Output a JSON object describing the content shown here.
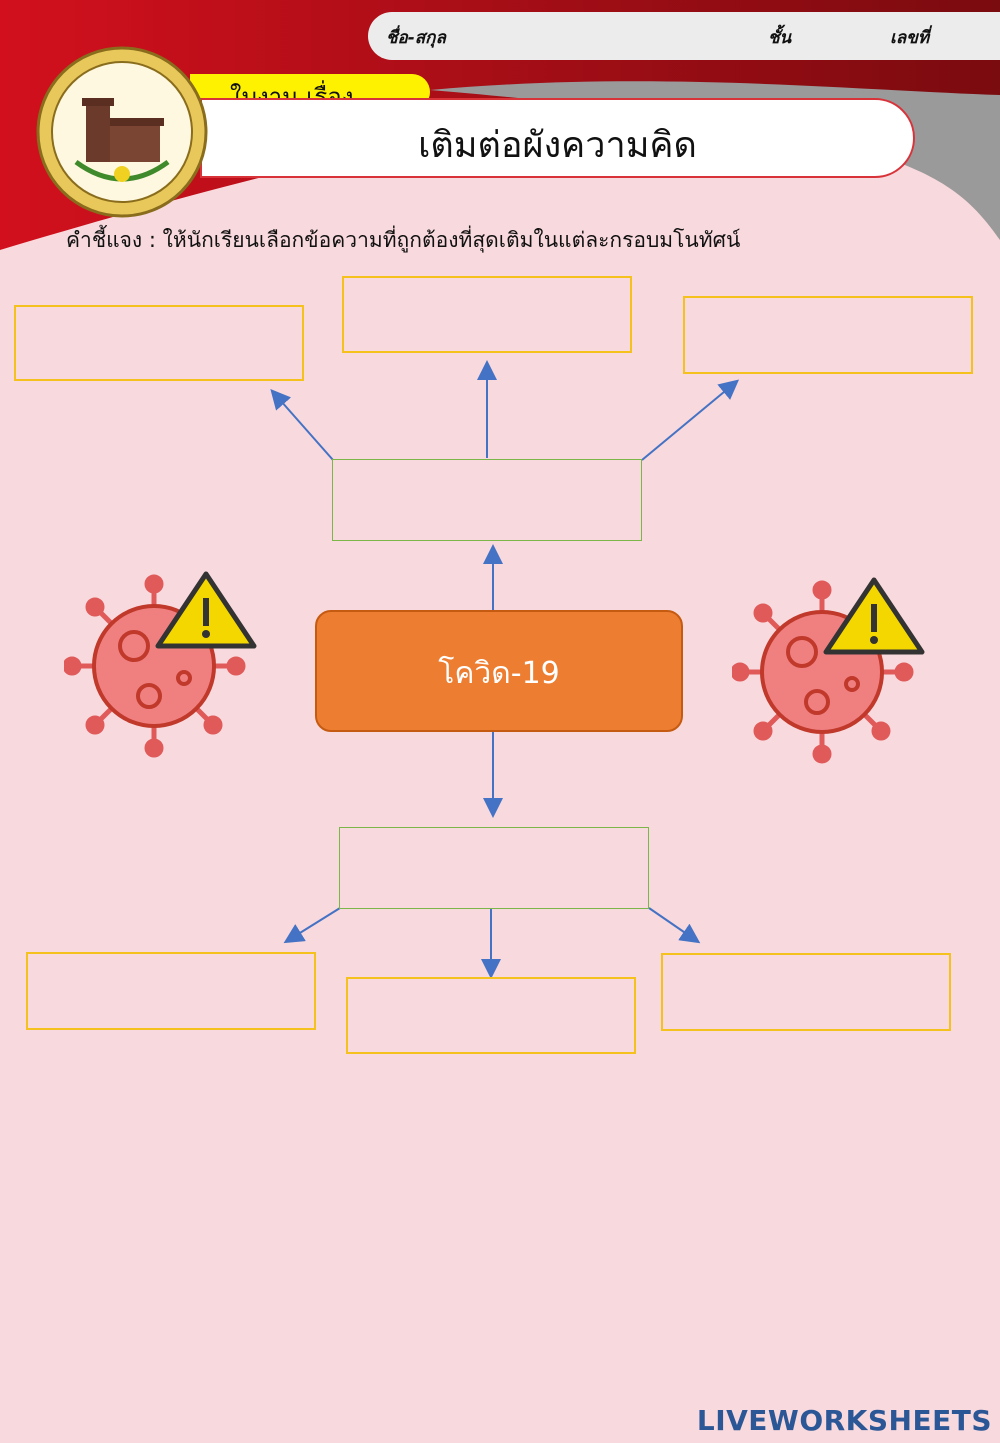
{
  "header": {
    "name_label": "ชื่อ-สกุล",
    "class_label": "ชั้น",
    "number_label": "เลขที่",
    "worksheet_label": "ใบงาน เรื่อง",
    "title": "เติมต่อผังความคิด"
  },
  "instructions": "คำชี้แจง : ให้นักเรียนเลือกข้อความที่ถูกต้องที่สุดเติมในแต่ละกรอบมโนทัศน์",
  "center_topic": "โควิด-19",
  "branding": {
    "logo_text": "LIVEWORKSHEETS"
  },
  "colors": {
    "accent_red": "#c8101e",
    "center_fill": "#ed7d31",
    "box_yellow": "#f5c21d",
    "box_green": "#7ab648",
    "arrow_blue": "#4472c4"
  }
}
